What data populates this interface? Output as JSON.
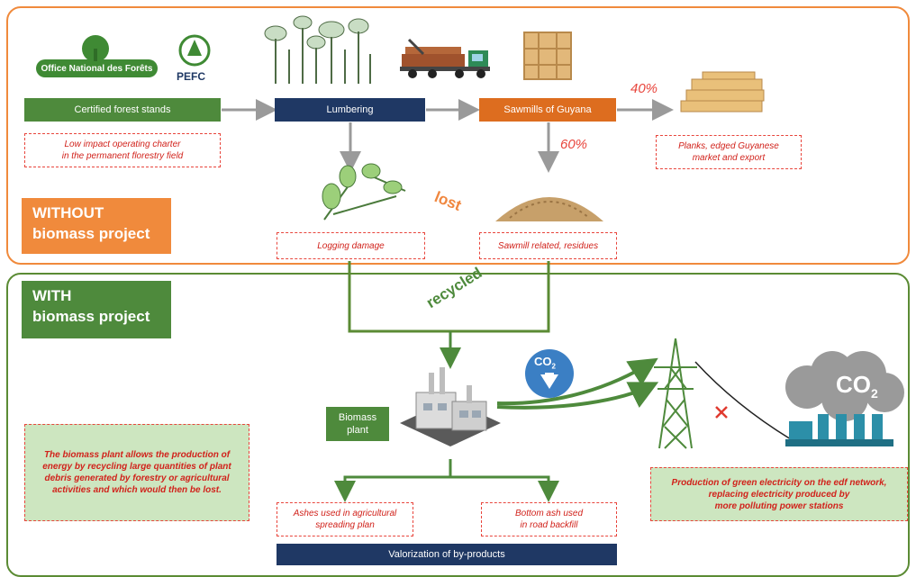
{
  "logos": {
    "onf": "Office National des Forêts",
    "pefc": "PEFC"
  },
  "flow": {
    "certified": "Certified forest stands",
    "lumbering": "Lumbering",
    "sawmills": "Sawmills of Guyana",
    "pct_planks": "40%",
    "pct_residues": "60%",
    "lost": "lost",
    "recycled": "recycled"
  },
  "notes": {
    "charter_line1": "Low impact operating charter",
    "charter_line2": "in the permanent florestry field",
    "planks_line1": "Planks, edged Guyanese",
    "planks_line2": "market and export",
    "logging_damage": "Logging damage",
    "sawmill_residues": "Sawmill related, residues"
  },
  "sections": {
    "without_line1": "WITHOUT",
    "without_line2": "biomass project",
    "with_line1": "WITH",
    "with_line2": "biomass project"
  },
  "bottom": {
    "plant_line1": "Biomass",
    "plant_line2": "plant",
    "plant_desc_line1": "The biomass plant allows the production of",
    "plant_desc_line2": "energy by recycling large quantities of plant",
    "plant_desc_line3": "debris generated by forestry or agricultural",
    "plant_desc_line4": "activities and which would then be lost.",
    "ashes_line1": "Ashes used in agricultural",
    "ashes_line2": "spreading plan",
    "bottom_ash_line1": "Bottom ash used",
    "bottom_ash_line2": "in road backfill",
    "valorization": "Valorization of by-products",
    "green_line1": "Production of green electricity on the edf network,",
    "green_line2": "replacing electricity produced by",
    "green_line3": "more polluting power stations",
    "co2": "CO",
    "co2_sub": "2"
  },
  "colors": {
    "orange": "#f08a3c",
    "green": "#5b8b34",
    "navy": "#1f3864",
    "red": "#e8453c"
  }
}
